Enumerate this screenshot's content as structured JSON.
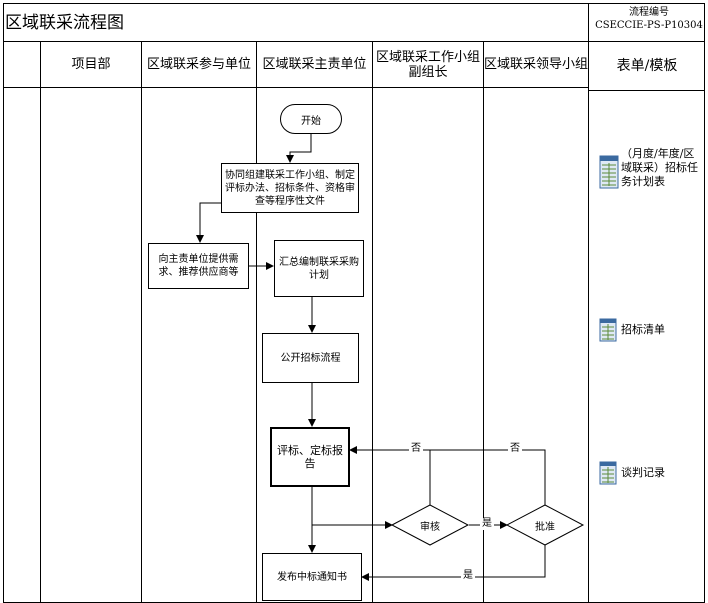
{
  "header": {
    "title": "区域联采流程图",
    "process_number_label": "流程编号",
    "process_number": "CSECCIE-PS-P10304"
  },
  "lanes": [
    "项目部",
    "区域联采参与单位",
    "区域联采主责单位",
    "区域联采工作小组副组长",
    "区域联采领导小组",
    "表单/模板"
  ],
  "nodes": {
    "start": "开始",
    "organize": "协同组建联采工作小组、制定评标办法、招标条件、资格审查等程序性文件",
    "provide_needs": "向主责单位提供需求、推荐供应商等",
    "compile_plan": "汇总编制联采采购计划",
    "open_bidding": "公开招标流程",
    "evaluation_report": "评标、定标报告",
    "review": "审核",
    "approve": "批准",
    "award_notice": "发布中标通知书"
  },
  "edge_labels": {
    "review_no": "否",
    "approve_no": "否",
    "review_yes": "是",
    "approve_yes": "是"
  },
  "forms": [
    {
      "icon": "spreadsheet-icon",
      "label": "（月度/年度/区域联采）招标任务计划表"
    },
    {
      "icon": "spreadsheet-icon",
      "label": "招标清单"
    },
    {
      "icon": "spreadsheet-icon",
      "label": "谈判记录"
    }
  ]
}
